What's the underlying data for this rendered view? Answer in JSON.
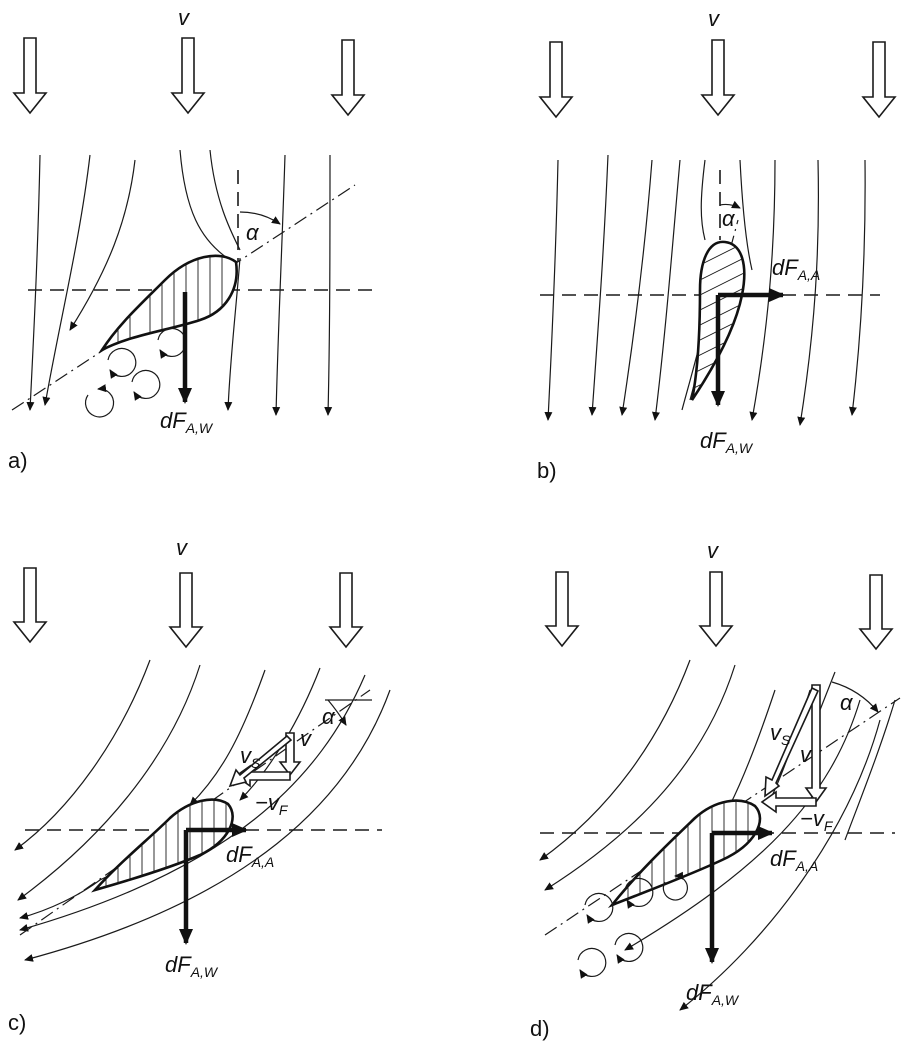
{
  "panels": [
    {
      "id": "a",
      "label": "a)",
      "flow_label": "v",
      "angle_label": "α",
      "drag_label": "dF",
      "drag_sub": "A,W"
    },
    {
      "id": "b",
      "label": "b)",
      "flow_label": "v",
      "angle_label": "α",
      "lift_label": "dF",
      "lift_sub": "A,A",
      "drag_label": "dF",
      "drag_sub": "A,W"
    },
    {
      "id": "c",
      "label": "c)",
      "flow_label": "v",
      "angle_label": "α",
      "vs_label": "v",
      "vs_sub": "S",
      "v_label": "v",
      "vf_label": "−v",
      "vf_sub": "F",
      "lift_label": "dF",
      "lift_sub": "A,A",
      "drag_label": "dF",
      "drag_sub": "A,W"
    },
    {
      "id": "d",
      "label": "d)",
      "flow_label": "v",
      "angle_label": "α",
      "vs_label": "v",
      "vs_sub": "S",
      "v_label": "v",
      "vf_label": "−v",
      "vf_sub": "F",
      "lift_label": "dF",
      "lift_sub": "A,A",
      "drag_label": "dF",
      "drag_sub": "A,W"
    }
  ]
}
